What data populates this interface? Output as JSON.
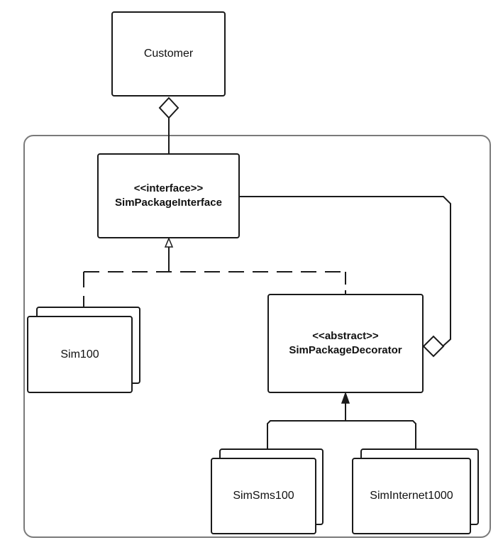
{
  "customer": {
    "label": "Customer"
  },
  "interface": {
    "stereotype": "<<interface>>",
    "name": "SimPackageInterface"
  },
  "sim100": {
    "label": "Sim100"
  },
  "decorator": {
    "stereotype": "<<abstract>>",
    "name": "SimPackageDecorator"
  },
  "simsms": {
    "label": "SimSms100"
  },
  "siminternet": {
    "label": "SimInternet1000"
  }
}
